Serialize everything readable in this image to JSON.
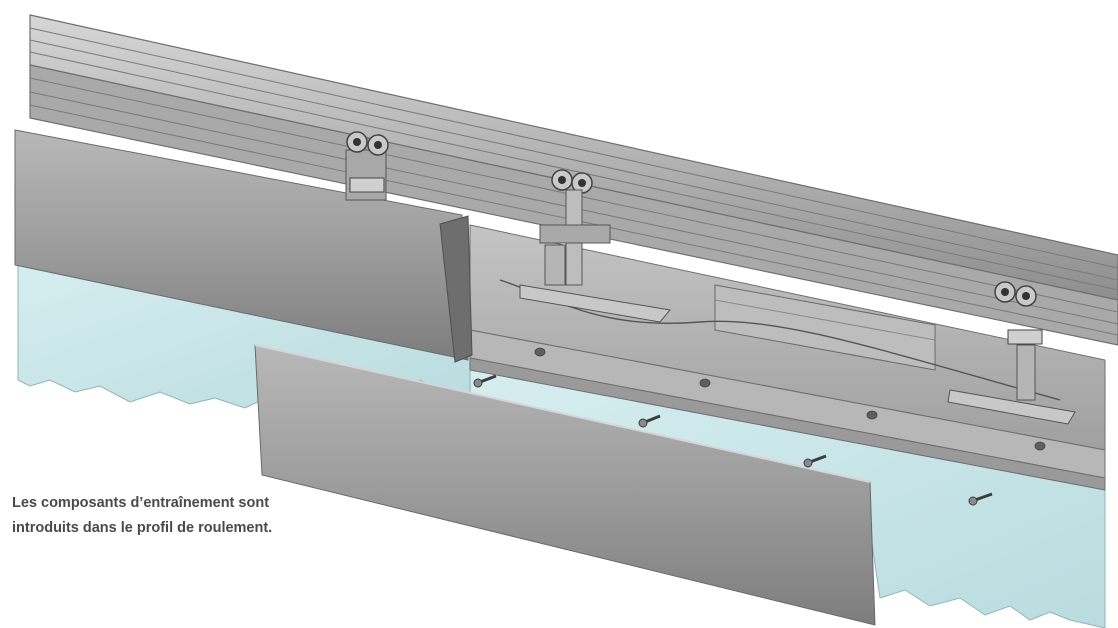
{
  "caption": {
    "line1": "Les composants d’entraînement sont",
    "line2": "introduits dans le profil de roulement."
  },
  "colors": {
    "glass": "#c8e4e6",
    "profile": "#b4b4b4",
    "profile_dark": "#8f8f8f",
    "cover": "#9c9c9c",
    "caption_text": "#4a4a4a"
  },
  "illustration": {
    "components": [
      "track-profile",
      "glass-panel-left",
      "glass-panel-right",
      "cover-panel-left",
      "cover-panel-detached",
      "carriage",
      "drive-unit",
      "fixing-screw"
    ]
  }
}
